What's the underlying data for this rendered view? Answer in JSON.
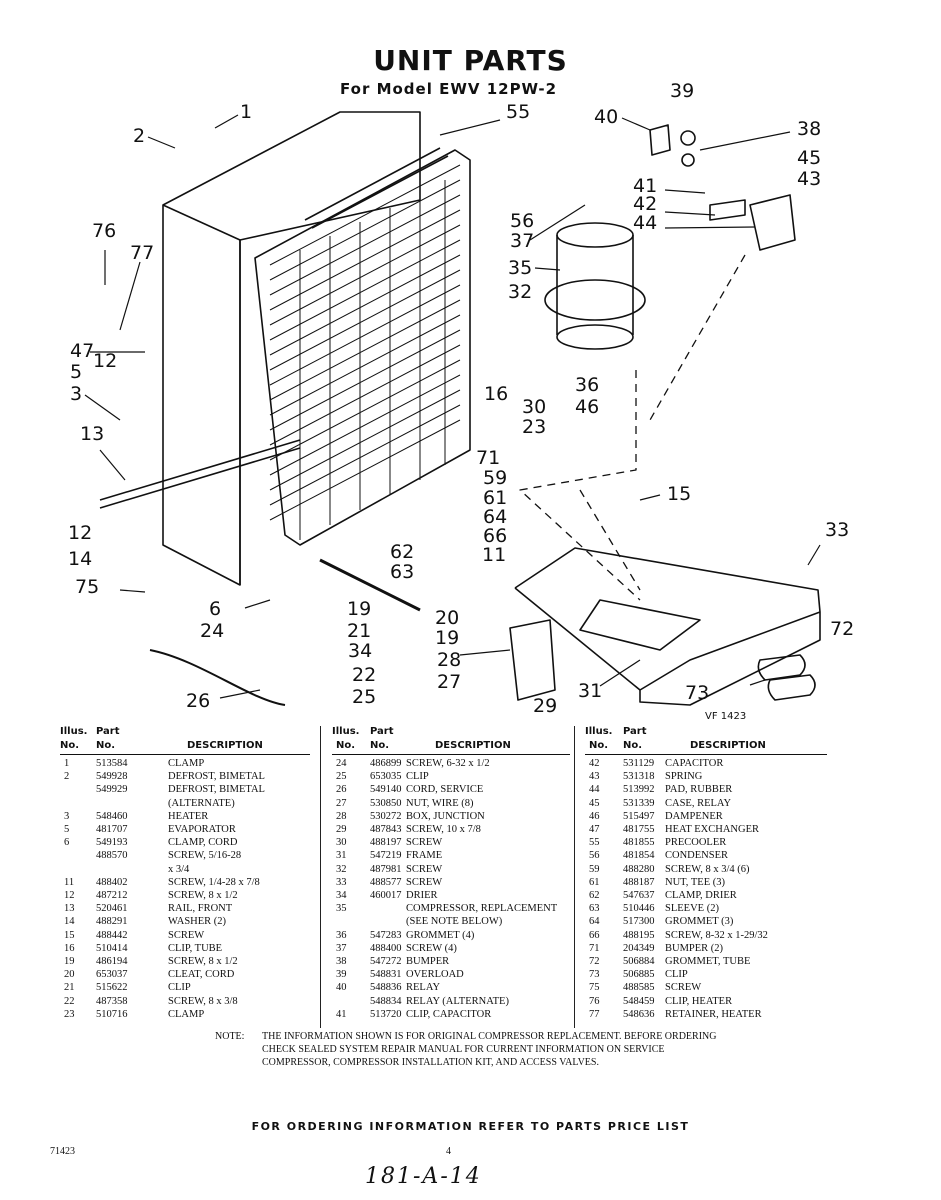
{
  "title": "UNIT PARTS",
  "subtitle": "For Model  EWV 12PW-2",
  "diagram_code": "VF 1423",
  "callouts": [
    {
      "n": "1"
    },
    {
      "n": "2"
    },
    {
      "n": "55"
    },
    {
      "n": "40"
    },
    {
      "n": "39"
    },
    {
      "n": "38"
    },
    {
      "n": "45"
    },
    {
      "n": "43"
    },
    {
      "n": "41"
    },
    {
      "n": "42"
    },
    {
      "n": "44"
    },
    {
      "n": "76"
    },
    {
      "n": "77"
    },
    {
      "n": "56"
    },
    {
      "n": "37"
    },
    {
      "n": "35"
    },
    {
      "n": "32"
    },
    {
      "n": "47"
    },
    {
      "n": "12"
    },
    {
      "n": "5"
    },
    {
      "n": "3"
    },
    {
      "n": "16"
    },
    {
      "n": "36"
    },
    {
      "n": "46"
    },
    {
      "n": "30"
    },
    {
      "n": "23"
    },
    {
      "n": "13"
    },
    {
      "n": "71"
    },
    {
      "n": "59"
    },
    {
      "n": "61"
    },
    {
      "n": "15"
    },
    {
      "n": "12"
    },
    {
      "n": "64"
    },
    {
      "n": "66"
    },
    {
      "n": "14"
    },
    {
      "n": "62"
    },
    {
      "n": "63"
    },
    {
      "n": "11"
    },
    {
      "n": "33"
    },
    {
      "n": "75"
    },
    {
      "n": "6"
    },
    {
      "n": "19"
    },
    {
      "n": "20"
    },
    {
      "n": "19"
    },
    {
      "n": "24"
    },
    {
      "n": "21"
    },
    {
      "n": "34"
    },
    {
      "n": "72"
    },
    {
      "n": "28"
    },
    {
      "n": "22"
    },
    {
      "n": "27"
    },
    {
      "n": "26"
    },
    {
      "n": "25"
    },
    {
      "n": "31"
    },
    {
      "n": "73"
    },
    {
      "n": "29"
    }
  ],
  "table_headers": {
    "illus": "Illus.",
    "no": "No.",
    "part": "Part",
    "part_no": "No.",
    "desc": "DESCRIPTION"
  },
  "columns": [
    {
      "rows": [
        {
          "n": "1",
          "p": "513584",
          "d": "CLAMP"
        },
        {
          "n": "2",
          "p": "549928",
          "d": "DEFROST, BIMETAL"
        },
        {
          "n": "",
          "p": "549929",
          "d": "DEFROST, BIMETAL"
        },
        {
          "n": "",
          "p": "",
          "d": "(ALTERNATE)"
        },
        {
          "n": "3",
          "p": "548460",
          "d": "HEATER"
        },
        {
          "n": "5",
          "p": "481707",
          "d": "EVAPORATOR"
        },
        {
          "n": "6",
          "p": "549193",
          "d": "CLAMP, CORD"
        },
        {
          "n": "",
          "p": "488570",
          "d": "SCREW, 5/16-28"
        },
        {
          "n": "",
          "p": "",
          "d": "x 3/4"
        },
        {
          "n": "11",
          "p": "488402",
          "d": "SCREW, 1/4-28 x 7/8"
        },
        {
          "n": "12",
          "p": "487212",
          "d": "SCREW, 8 x 1/2"
        },
        {
          "n": "13",
          "p": "520461",
          "d": "RAIL, FRONT"
        },
        {
          "n": "14",
          "p": "488291",
          "d": "WASHER (2)"
        },
        {
          "n": "15",
          "p": "488442",
          "d": "SCREW"
        },
        {
          "n": "16",
          "p": "510414",
          "d": "CLIP, TUBE"
        },
        {
          "n": "19",
          "p": "486194",
          "d": "SCREW, 8 x 1/2"
        },
        {
          "n": "20",
          "p": "653037",
          "d": "CLEAT, CORD"
        },
        {
          "n": "21",
          "p": "515622",
          "d": "CLIP"
        },
        {
          "n": "22",
          "p": "487358",
          "d": "SCREW, 8 x 3/8"
        },
        {
          "n": "23",
          "p": "510716",
          "d": "CLAMP"
        }
      ]
    },
    {
      "rows": [
        {
          "n": "24",
          "p": "486899",
          "d": "SCREW, 6-32 x 1/2"
        },
        {
          "n": "25",
          "p": "653035",
          "d": "CLIP"
        },
        {
          "n": "26",
          "p": "549140",
          "d": "CORD, SERVICE"
        },
        {
          "n": "27",
          "p": "530850",
          "d": "NUT, WIRE (8)"
        },
        {
          "n": "28",
          "p": "530272",
          "d": "BOX, JUNCTION"
        },
        {
          "n": "29",
          "p": "487843",
          "d": "SCREW, 10 x 7/8"
        },
        {
          "n": "30",
          "p": "488197",
          "d": "SCREW"
        },
        {
          "n": "31",
          "p": "547219",
          "d": "FRAME"
        },
        {
          "n": "32",
          "p": "487981",
          "d": "SCREW"
        },
        {
          "n": "33",
          "p": "488577",
          "d": "SCREW"
        },
        {
          "n": "34",
          "p": "460017",
          "d": "DRIER"
        },
        {
          "n": "35",
          "p": "",
          "d": "COMPRESSOR, REPLACEMENT"
        },
        {
          "n": "",
          "p": "",
          "d": "(SEE NOTE BELOW)"
        },
        {
          "n": "36",
          "p": "547283",
          "d": "GROMMET (4)"
        },
        {
          "n": "37",
          "p": "488400",
          "d": "SCREW (4)"
        },
        {
          "n": "38",
          "p": "547272",
          "d": "BUMPER"
        },
        {
          "n": "39",
          "p": "548831",
          "d": "OVERLOAD"
        },
        {
          "n": "40",
          "p": "548836",
          "d": "RELAY"
        },
        {
          "n": "",
          "p": "548834",
          "d": "RELAY (ALTERNATE)"
        },
        {
          "n": "41",
          "p": "513720",
          "d": "CLIP, CAPACITOR"
        }
      ]
    },
    {
      "rows": [
        {
          "n": "42",
          "p": "531129",
          "d": "CAPACITOR"
        },
        {
          "n": "43",
          "p": "531318",
          "d": "SPRING"
        },
        {
          "n": "44",
          "p": "513992",
          "d": "PAD, RUBBER"
        },
        {
          "n": "45",
          "p": "531339",
          "d": "CASE, RELAY"
        },
        {
          "n": "46",
          "p": "515497",
          "d": "DAMPENER"
        },
        {
          "n": "47",
          "p": "481755",
          "d": "HEAT EXCHANGER"
        },
        {
          "n": "55",
          "p": "481855",
          "d": "PRECOOLER"
        },
        {
          "n": "56",
          "p": "481854",
          "d": "CONDENSER"
        },
        {
          "n": "59",
          "p": "488280",
          "d": "SCREW, 8 x 3/4 (6)"
        },
        {
          "n": "61",
          "p": "488187",
          "d": "NUT, TEE (3)"
        },
        {
          "n": "62",
          "p": "547637",
          "d": "CLAMP, DRIER"
        },
        {
          "n": "63",
          "p": "510446",
          "d": "SLEEVE (2)"
        },
        {
          "n": "64",
          "p": "517300",
          "d": "GROMMET (3)"
        },
        {
          "n": "66",
          "p": "488195",
          "d": "SCREW, 8-32 x 1-29/32"
        },
        {
          "n": "71",
          "p": "204349",
          "d": "BUMPER (2)"
        },
        {
          "n": "72",
          "p": "506884",
          "d": "GROMMET, TUBE"
        },
        {
          "n": "73",
          "p": "506885",
          "d": "CLIP"
        },
        {
          "n": "75",
          "p": "488585",
          "d": "SCREW"
        },
        {
          "n": "76",
          "p": "548459",
          "d": "CLIP, HEATER"
        },
        {
          "n": "77",
          "p": "548636",
          "d": "RETAINER, HEATER"
        }
      ]
    }
  ],
  "note": {
    "label": "NOTE:",
    "text": "THE INFORMATION SHOWN IS FOR ORIGINAL COMPRESSOR REPLACEMENT. BEFORE ORDERING CHECK SEALED SYSTEM REPAIR MANUAL FOR CURRENT INFORMATION ON SERVICE COMPRESSOR, COMPRESSOR INSTALLATION KIT, AND ACCESS VALVES."
  },
  "order_line": "FOR ORDERING INFORMATION REFER TO PARTS PRICE LIST",
  "doc_number": "71423",
  "page_number": "4",
  "handwritten": "181-A-14"
}
